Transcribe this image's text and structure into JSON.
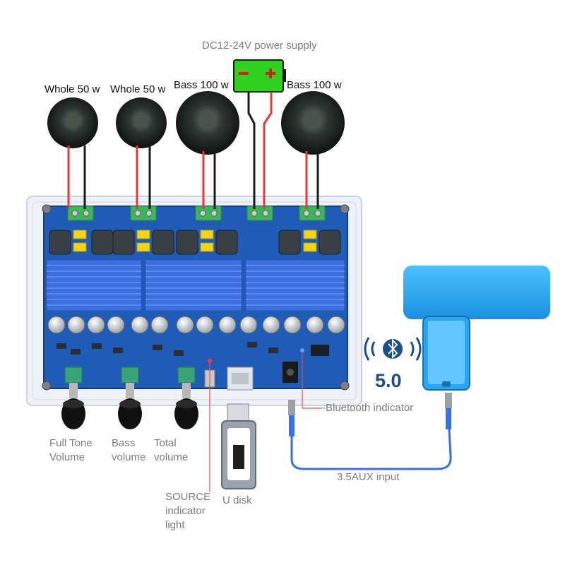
{
  "labels": {
    "power_supply": "DC12-24V power supply",
    "speaker_1": "Whole 50 w",
    "speaker_2": "Whole 50 w",
    "speaker_3": "Bass 100 w",
    "speaker_4": "Bass 100 w",
    "full_tone_line1": "Full Tone",
    "full_tone_line2": "Volume",
    "bass_line1": "Bass",
    "bass_line2": "volume",
    "total_line1": "Total",
    "total_line2": "volume",
    "source_line1": "SOURCE",
    "source_line2": "indicator",
    "source_line3": "light",
    "u_disk": "U disk",
    "bluetooth_indicator": "-Bluetooth indicator",
    "aux_input": "3.5AUX input",
    "bluetooth_version": "5.0"
  },
  "colors": {
    "board": "#1f5cb8",
    "heatsink": "#3d6fe0",
    "terminal": "#3fb55a",
    "battery": "#33d11f",
    "cable_blue": "#3a6fe8",
    "phone_blue": "#2aa6ee",
    "wire_red": "#e23a3a",
    "wire_black": "#1a1a1a"
  },
  "icons": {
    "bluetooth": "bluetooth-icon",
    "usb": "usb-drive-icon",
    "phone": "phone-icon",
    "speaker": "speaker-icon",
    "battery": "battery-icon"
  }
}
